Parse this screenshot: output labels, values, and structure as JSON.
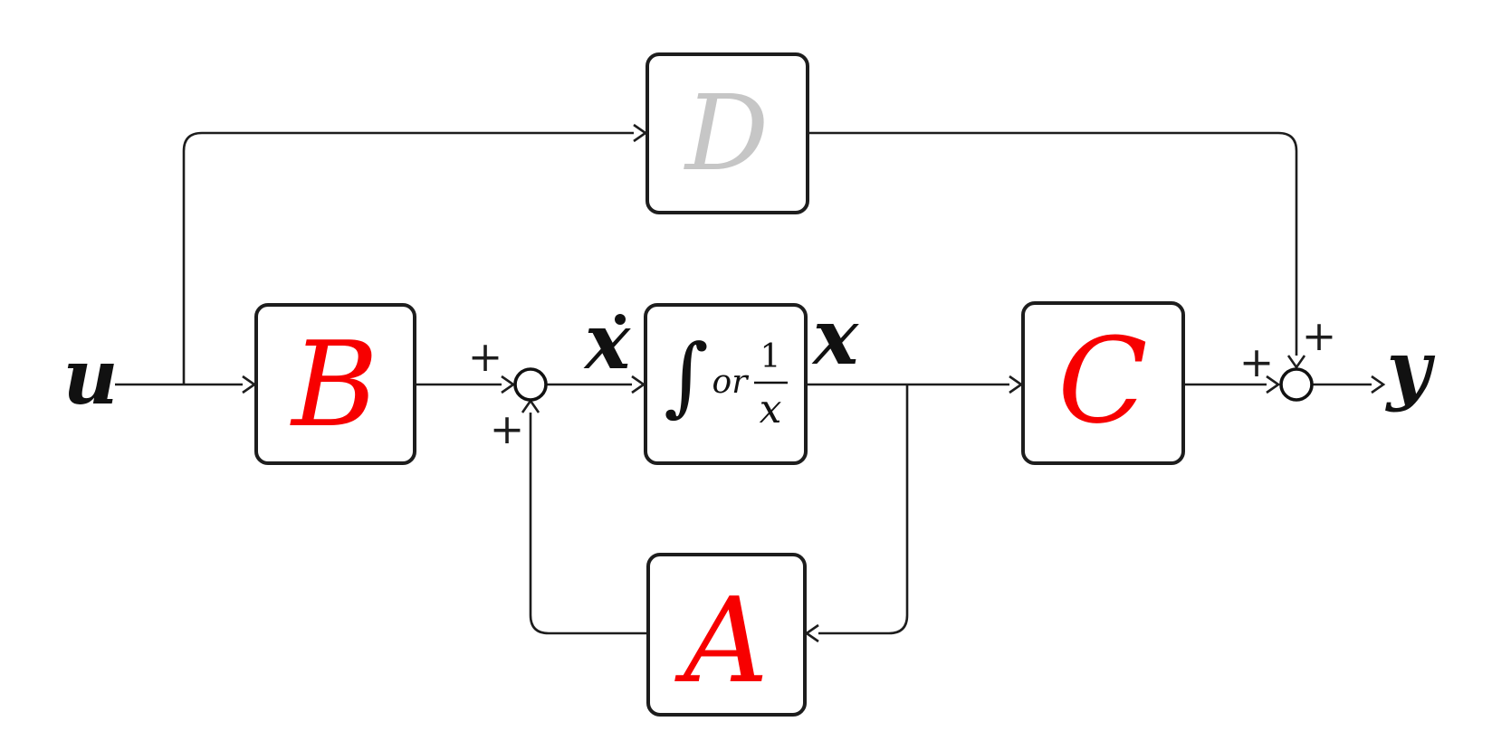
{
  "diagram": {
    "signals": {
      "input": "u",
      "state_derivative": "ẋ",
      "state_derivative_base": "x",
      "state": "x",
      "output": "y"
    },
    "blocks": {
      "feedthrough": {
        "label": "D",
        "color": "#c6c6c6"
      },
      "input_matrix": {
        "label": "B",
        "color": "#f70000"
      },
      "integrator": {
        "integral_sign": "∫",
        "or_word": "or",
        "fraction_numerator": "1",
        "fraction_denominator": "x"
      },
      "output_matrix": {
        "label": "C",
        "color": "#f70000"
      },
      "state_matrix": {
        "label": "A",
        "color": "#f70000"
      }
    },
    "sum_junctions": {
      "state_sum": {
        "top_sign": "+",
        "bottom_sign": "+"
      },
      "output_sum": {
        "left_sign": "+",
        "top_sign": "+"
      }
    },
    "colors": {
      "line": "#1d1d1d",
      "background": "#ffffff",
      "matrix_red": "#f70000",
      "feedthrough_gray": "#c6c6c6"
    }
  }
}
